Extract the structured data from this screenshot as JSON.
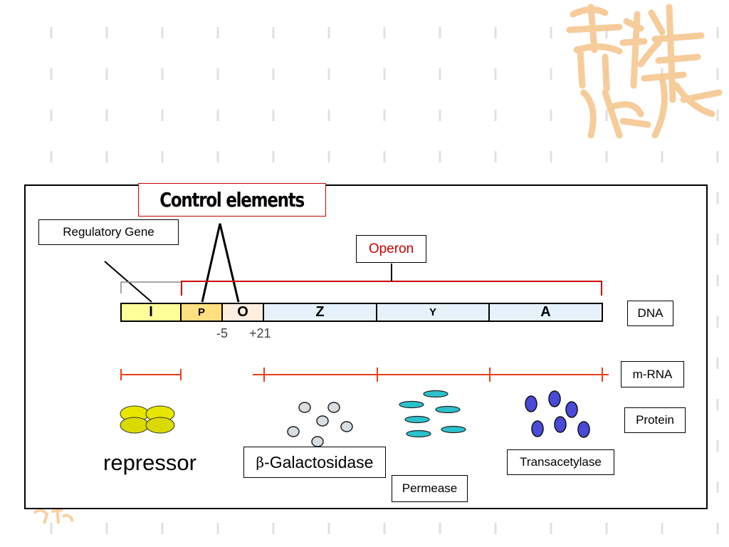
{
  "title": "Control elements",
  "labels": {
    "regulatory_gene": "Regulatory Gene",
    "operon": "Operon",
    "dna": "DNA",
    "mrna": "m-RNA",
    "protein": "Protein"
  },
  "dna_segments": [
    {
      "id": "I",
      "label": "I",
      "color": "#ffff99"
    },
    {
      "id": "P",
      "label": "P",
      "color": "#ffe080"
    },
    {
      "id": "O",
      "label": "O",
      "color": "#fdeee0"
    },
    {
      "id": "Z",
      "label": "Z",
      "color": "#e6f1fb"
    },
    {
      "id": "Y",
      "label": "Y",
      "color": "#e6f1fb"
    },
    {
      "id": "A",
      "label": "A",
      "color": "#e6f1fb"
    }
  ],
  "positions": {
    "p_start": "-5",
    "o_end": "+21"
  },
  "products": {
    "repressor": "repressor",
    "galactosidase_symbol": "β",
    "galactosidase": " -Galactosidase",
    "permease": "Permease",
    "transacetylase": "Transacetylase"
  },
  "colors": {
    "operon_accent": "#cc0000",
    "mrna_line": "#e8401a",
    "repressor": "#e6e600",
    "galactosidase": "#d8dde2",
    "permease": "#2bc2cc",
    "transacetylase": "#4a4ad8",
    "background_decoration": "#f5c48a"
  }
}
